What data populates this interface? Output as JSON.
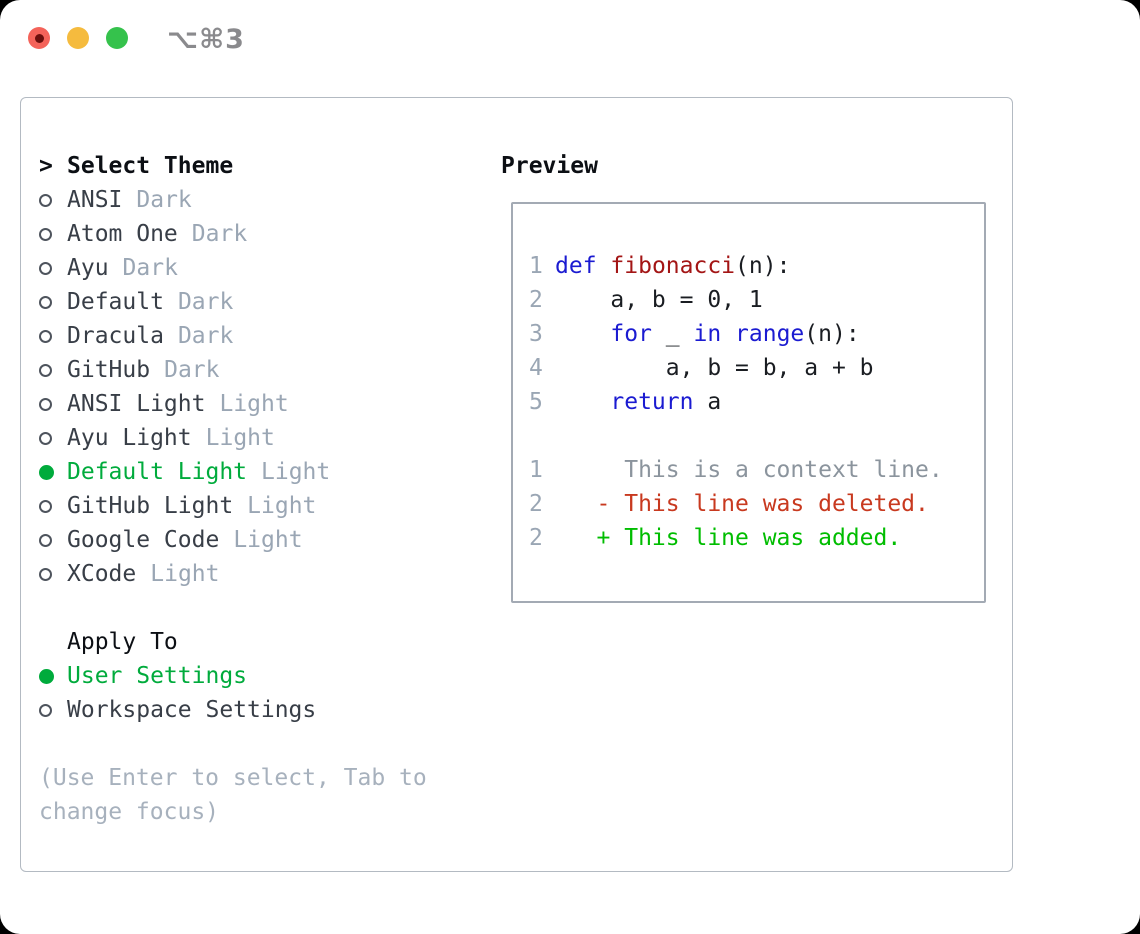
{
  "window": {
    "shortcut": "⌥⌘3"
  },
  "colors": {
    "accent_green": "#00ab3c",
    "added_green": "#00bd00",
    "deleted_red": "#c8391f",
    "keyword_blue": "#1b1bd1",
    "function_red": "#a31515",
    "muted_gray": "#9aa6b4",
    "context_gray": "#8b949d",
    "traffic_close": "#f4635a",
    "traffic_minimize": "#f5bb3e",
    "traffic_maximize": "#35c24c"
  },
  "theme_selector": {
    "prompt": ">",
    "title": "Select Theme",
    "themes": [
      {
        "name": "ANSI",
        "variant": "Dark",
        "selected": false
      },
      {
        "name": "Atom One",
        "variant": "Dark",
        "selected": false
      },
      {
        "name": "Ayu",
        "variant": "Dark",
        "selected": false
      },
      {
        "name": "Default",
        "variant": "Dark",
        "selected": false
      },
      {
        "name": "Dracula",
        "variant": "Dark",
        "selected": false
      },
      {
        "name": "GitHub",
        "variant": "Dark",
        "selected": false
      },
      {
        "name": "ANSI Light",
        "variant": "Light",
        "selected": false
      },
      {
        "name": "Ayu Light",
        "variant": "Light",
        "selected": false
      },
      {
        "name": "Default Light",
        "variant": "Light",
        "selected": true
      },
      {
        "name": "GitHub Light",
        "variant": "Light",
        "selected": false
      },
      {
        "name": "Google Code",
        "variant": "Light",
        "selected": false
      },
      {
        "name": "XCode",
        "variant": "Light",
        "selected": false
      }
    ],
    "apply_to": {
      "title": "Apply To",
      "options": [
        {
          "name": "User Settings",
          "selected": true
        },
        {
          "name": "Workspace Settings",
          "selected": false
        }
      ]
    },
    "help_lines": [
      "(Use Enter to select, Tab to",
      "change focus)"
    ]
  },
  "preview": {
    "title": "Preview",
    "code_lines": [
      {
        "num": "1",
        "tokens": [
          {
            "text": "def",
            "style": "kw"
          },
          {
            "text": " ",
            "style": "plain"
          },
          {
            "text": "fibonacci",
            "style": "fn"
          },
          {
            "text": "(n):",
            "style": "plain"
          }
        ]
      },
      {
        "num": "2",
        "tokens": [
          {
            "text": "    a, b = 0, 1",
            "style": "plain"
          }
        ]
      },
      {
        "num": "3",
        "tokens": [
          {
            "text": "    ",
            "style": "plain"
          },
          {
            "text": "for",
            "style": "kw"
          },
          {
            "text": " _ ",
            "style": "plain"
          },
          {
            "text": "in",
            "style": "kw"
          },
          {
            "text": " ",
            "style": "plain"
          },
          {
            "text": "range",
            "style": "kw"
          },
          {
            "text": "(n):",
            "style": "plain"
          }
        ]
      },
      {
        "num": "4",
        "tokens": [
          {
            "text": "        a, b = b, a + b",
            "style": "plain"
          }
        ]
      },
      {
        "num": "5",
        "tokens": [
          {
            "text": "    ",
            "style": "plain"
          },
          {
            "text": "return",
            "style": "kw"
          },
          {
            "text": " a",
            "style": "plain"
          }
        ]
      }
    ],
    "diff_lines": [
      {
        "num": "1",
        "kind": "ctx",
        "text": "     This is a context line."
      },
      {
        "num": "2",
        "kind": "del",
        "text": "   - This line was deleted."
      },
      {
        "num": "2",
        "kind": "add",
        "text": "   + This line was added."
      }
    ]
  }
}
